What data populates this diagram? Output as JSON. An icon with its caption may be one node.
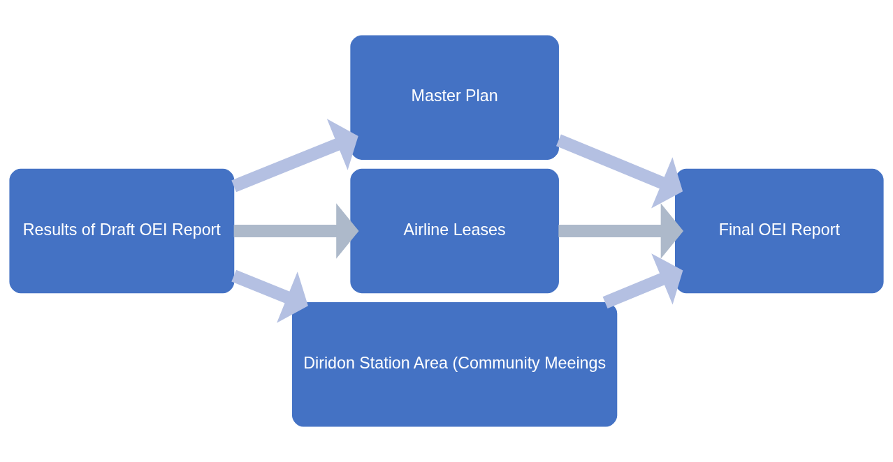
{
  "diagram": {
    "nodes": [
      {
        "text": [
          "Results of Draft OEI Report"
        ]
      },
      {
        "text": [
          "Master Plan"
        ]
      },
      {
        "text": [
          "Airline Leases"
        ]
      },
      {
        "text": [
          "Diridon Station Area (Community Meeings"
        ]
      },
      {
        "text": [
          "Final OEI Report"
        ]
      }
    ],
    "edges": [
      {
        "from": 0,
        "to": 1,
        "arrow": "to"
      },
      {
        "from": 0,
        "to": 2,
        "arrow": "to",
        "color": "#adb9ca"
      },
      {
        "from": 0,
        "to": 3,
        "arrow": "to"
      },
      {
        "from": 1,
        "to": 4,
        "arrow": "to"
      },
      {
        "from": 2,
        "to": 4,
        "arrow": "to",
        "color": "#adb9ca"
      },
      {
        "from": 3,
        "to": 4,
        "arrow": "to"
      }
    ]
  }
}
